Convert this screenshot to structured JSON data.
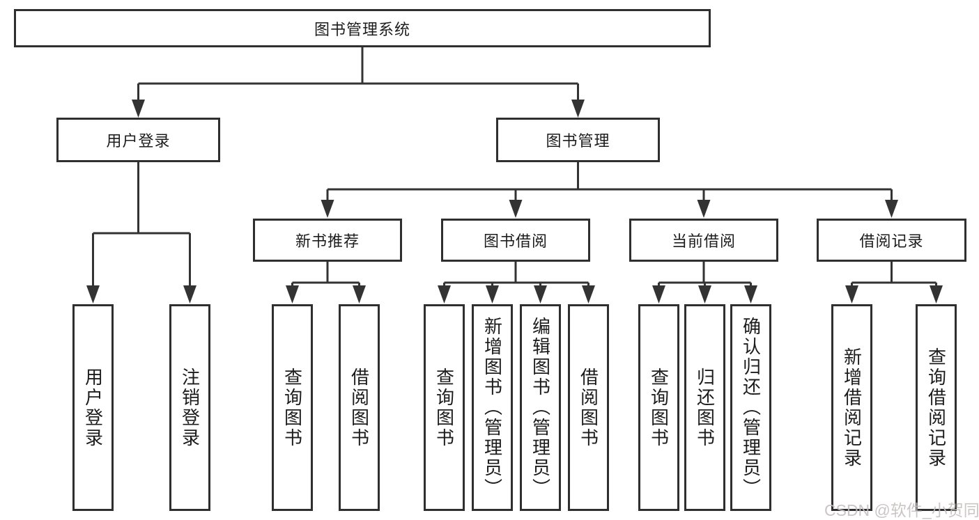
{
  "diagram": {
    "root": {
      "label": "图书管理系统"
    },
    "level2": [
      {
        "label": "用户登录"
      },
      {
        "label": "图书管理"
      }
    ],
    "level3": [
      {
        "label": "新书推荐"
      },
      {
        "label": "图书借阅"
      },
      {
        "label": "当前借阅"
      },
      {
        "label": "借阅记录"
      }
    ],
    "leaves": {
      "user_login": [
        {
          "label": "用户登录"
        },
        {
          "label": "注销登录"
        }
      ],
      "new_book": [
        {
          "label": "查询图书"
        },
        {
          "label": "借阅图书"
        }
      ],
      "borrow": [
        {
          "label": "查询图书"
        },
        {
          "label": "新增图书（管理员）"
        },
        {
          "label": "编辑图书（管理员）"
        },
        {
          "label": "借阅图书"
        }
      ],
      "current": [
        {
          "label": "查询图书"
        },
        {
          "label": "归还图书"
        },
        {
          "label": "确认归还（管理员）"
        }
      ],
      "records": [
        {
          "label": "新增借阅记录"
        },
        {
          "label": "查询借阅记录"
        }
      ]
    },
    "watermark": "CSDN @软件_小贺同学",
    "colors": {
      "line": "#333333",
      "border": "#2f2f2f",
      "text": "#1c1c1c",
      "watermark": "#c6bfbf",
      "background": "#ffffff"
    }
  }
}
